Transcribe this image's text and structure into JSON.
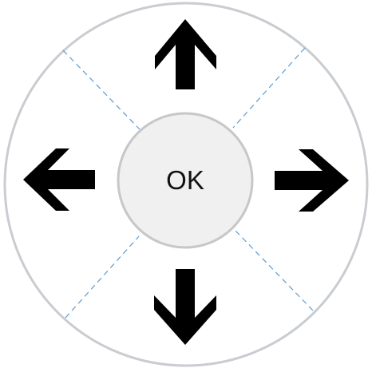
{
  "dpad": {
    "ok_label": "OK",
    "buttons": [
      {
        "name": "up-button",
        "icon": "arrow-up-icon"
      },
      {
        "name": "right-button",
        "icon": "arrow-right-icon"
      },
      {
        "name": "down-button",
        "icon": "arrow-down-icon"
      },
      {
        "name": "left-button",
        "icon": "arrow-left-icon"
      }
    ]
  },
  "colors": {
    "ring_border": "#c9ccd0",
    "ok_fill": "#f0f0f0",
    "ok_border": "#c7c7c7",
    "divider": "#5b9bd5",
    "arrow": "#000000"
  }
}
